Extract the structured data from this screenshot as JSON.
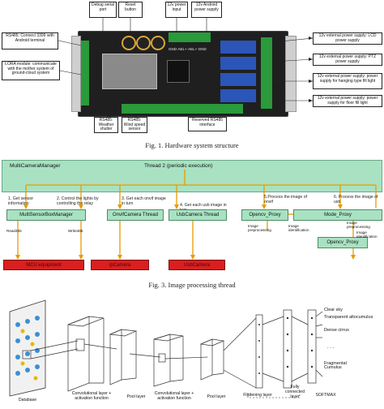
{
  "fig1": {
    "caption": "Fig. 1.    Hardware system structure",
    "top_labels": [
      "Debug serial port",
      "Reset button",
      "12v power input",
      "12v Android power supply"
    ],
    "left_labels": [
      "RS485: Connect 3399 with Android terminal",
      "LORA module: communicate with the mother system of ground-cloud system"
    ],
    "right_labels": [
      "12v external power supply: LCD power supply",
      "12v external power supply: PTZ power supply",
      "12v external power supply: power supply for hanging type fill light",
      "12v external power supply: power supply for floor fill light"
    ],
    "bottom_labels": [
      "RS485: Weather shutter",
      "RS485: Wind speed sensor",
      "Reserved RS485 interface"
    ],
    "board_text": "GND·AEL+·AEL+·GND"
  },
  "fig3": {
    "caption": "Fig. 3.    Image processing thread",
    "manager": "MultiCameraManager",
    "thread": "Thread 2 (periodic execution)",
    "steps": [
      "1. Get sensor information",
      "2. Control the lights by controlling the relay",
      "3. Get each onvif image in turn",
      "4. Get each usb image in turn",
      "5.Process the image of onvif",
      "6. Process the image of usb"
    ],
    "modules": [
      "MultiSensorBoxManager",
      "OnvifCamera Thread",
      "UsbCamera Thread",
      "Opencv_Proxy",
      "Mode_Proxy",
      "Opencv_Proxy"
    ],
    "rw": [
      "Read485",
      "Write485"
    ],
    "proc_labels": [
      "Image preprocessing",
      "Image identification",
      "Image preprocessing",
      "Image identification"
    ],
    "devices": [
      "MCU equipment",
      "ipCamera",
      "UsbCamera"
    ]
  },
  "fig_cnn": {
    "layers": [
      "Database",
      "Convolutional layer + activation function",
      "Pool layer",
      "Convolutional layer + activation function",
      "Pool layer",
      "Flattening layer",
      "Fully connected layer",
      "SOFTMAX"
    ],
    "classes": [
      "Clear sky",
      "Transparent altocumulus",
      "Dense cirrus",
      "Fragmental Cumulus"
    ],
    "dots": ". . ."
  }
}
